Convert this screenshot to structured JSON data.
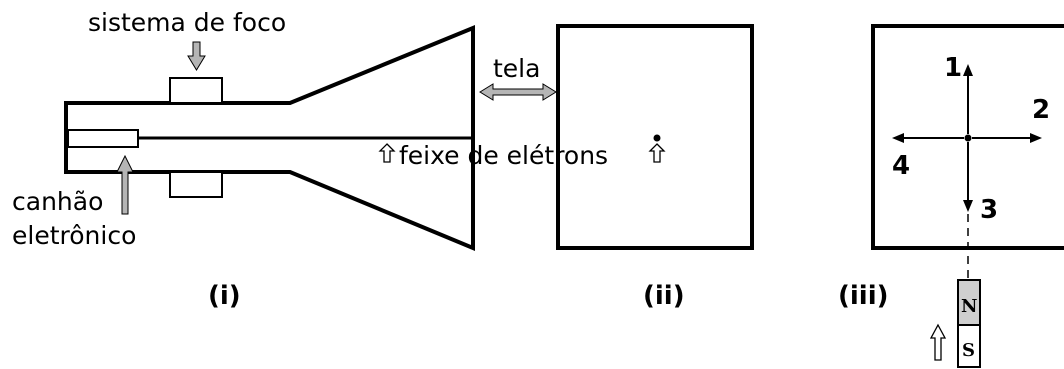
{
  "labels": {
    "focus_system": "sistema de foco",
    "screen": "tela",
    "electron_gun_line1": "canhão",
    "electron_gun_line2": "eletrônico",
    "electron_beam": "feixe de elétrons"
  },
  "panels": {
    "i": "(i)",
    "ii": "(ii)",
    "iii": "(iii)"
  },
  "directions": {
    "up": "1",
    "right": "2",
    "down": "3",
    "left": "4"
  },
  "magnet": {
    "north": "N",
    "south": "S"
  },
  "colors": {
    "line": "#000000",
    "arrow_fill": "#b5b5b5",
    "magnet_north_bg": "#cfcfcf",
    "magnet_south_bg": "#ffffff"
  }
}
